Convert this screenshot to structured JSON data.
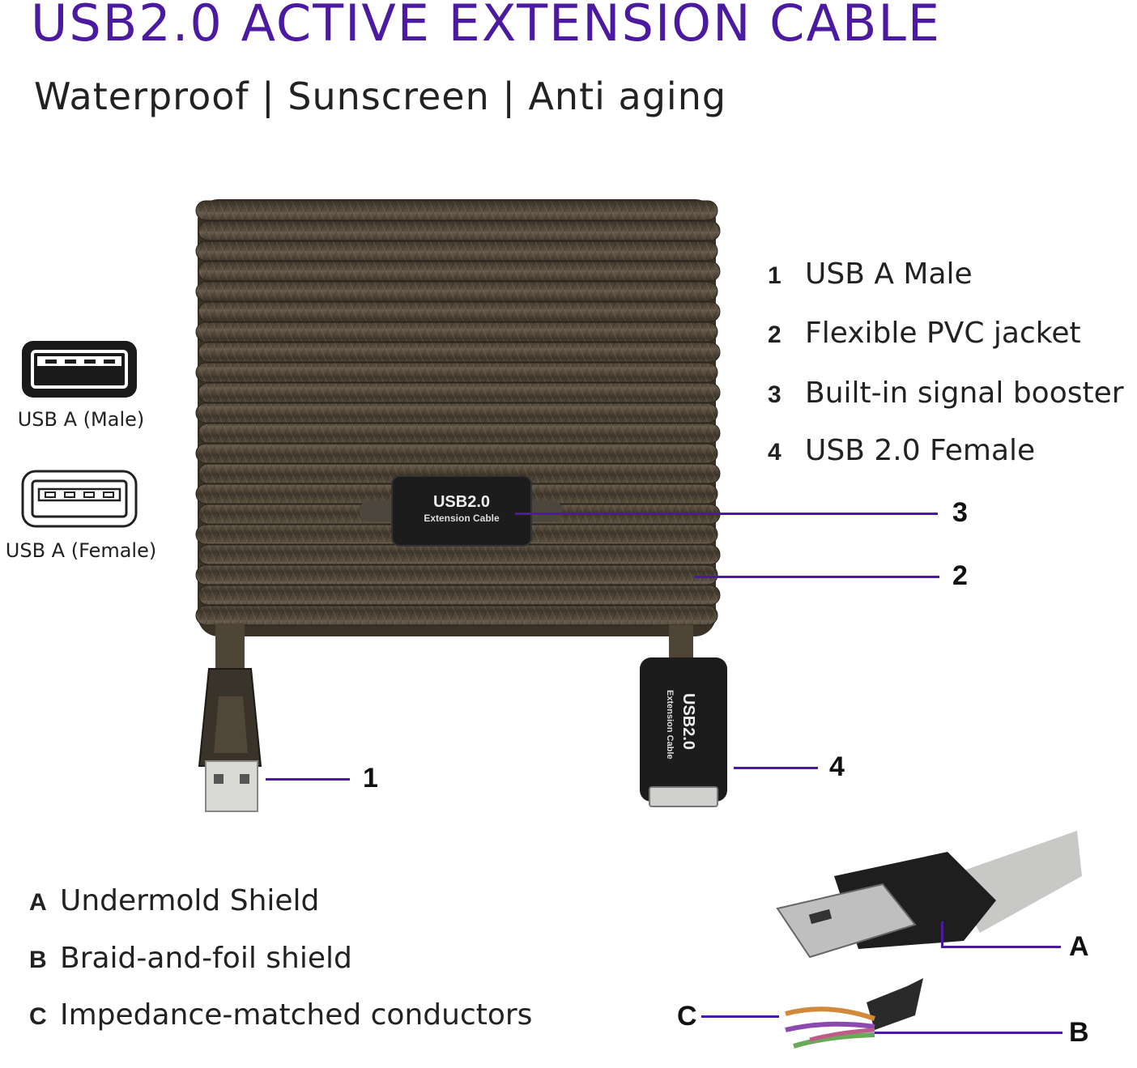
{
  "header": {
    "title": "USB2.0 ACTIVE EXTENSION CABLE",
    "subtitle": "Waterproof | Sunscreen | Anti aging"
  },
  "legend": {
    "male_label": "USB A (Male)",
    "female_label": "USB A (Female)"
  },
  "features": [
    {
      "num": "1",
      "text": "USB A Male"
    },
    {
      "num": "2",
      "text": "Flexible PVC jacket"
    },
    {
      "num": "3",
      "text": "Built-in signal booster"
    },
    {
      "num": "4",
      "text": "USB 2.0 Female"
    }
  ],
  "booster_label": {
    "line1": "USB2.0",
    "line2": "Extension Cable"
  },
  "callouts": {
    "one": "1",
    "two": "2",
    "three": "3",
    "four": "4",
    "a": "A",
    "b": "B",
    "c": "C"
  },
  "shield_features": [
    {
      "letter": "A",
      "text": "Undermold Shield"
    },
    {
      "letter": "B",
      "text": "Braid-and-foil shield"
    },
    {
      "letter": "C",
      "text": "Impedance-matched conductors"
    }
  ],
  "colors": {
    "accent": "#4b1aa0",
    "cable": "#5a4e3f",
    "connector": "#1c1c1c"
  }
}
